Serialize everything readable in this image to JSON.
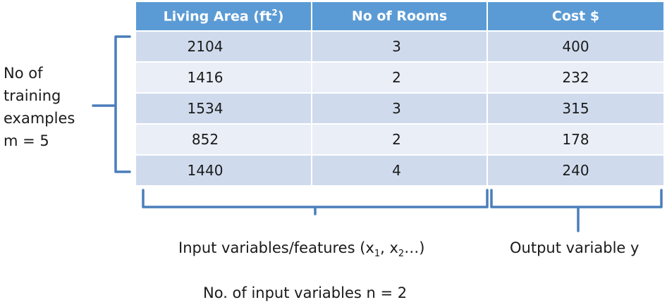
{
  "table": {
    "headers": {
      "area_main": "Living Area (ft",
      "area_sup": "2",
      "area_end": ")",
      "rooms": "No of Rooms",
      "cost": "Cost $"
    },
    "rows": [
      {
        "area": "2104",
        "rooms": "3",
        "cost": "400"
      },
      {
        "area": "1416",
        "rooms": "2",
        "cost": "232"
      },
      {
        "area": "1534",
        "rooms": "3",
        "cost": "315"
      },
      {
        "area": "852",
        "rooms": "2",
        "cost": "178"
      },
      {
        "area": "1440",
        "rooms": "4",
        "cost": "240"
      }
    ]
  },
  "side_label": {
    "line1": "No of",
    "line2": "training",
    "line3": "examples",
    "line4": "m = 5"
  },
  "input_label": {
    "prefix": "Input variables/features (x",
    "sub1": "1",
    "mid": ", x",
    "sub2": "2",
    "suffix": "…)"
  },
  "output_label": "Output variable y",
  "count_label": "No. of input variables n = 2",
  "colors": {
    "header": "#5b9bd5",
    "row_dark": "#cfdbed",
    "row_light": "#e9eef7",
    "brace": "#4a7ebb"
  }
}
